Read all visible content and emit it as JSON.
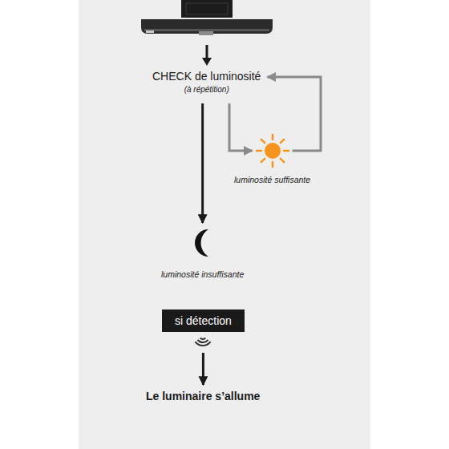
{
  "diagram": {
    "nodes": [
      {
        "text": [
          "CHECK de luminosité",
          "(à répétition)"
        ]
      },
      {
        "text": [
          "luminosité suffisante"
        ]
      },
      {
        "text": [
          "luminosité insuffisante"
        ]
      },
      {
        "text": [
          "si détection"
        ]
      },
      {
        "text": [
          "Le luminaire s’allume"
        ]
      }
    ],
    "edges": [
      {
        "from": 0,
        "to": 1,
        "arrow": "to"
      },
      {
        "from": 1,
        "to": 0,
        "arrow": "to"
      },
      {
        "from": 0,
        "to": 2,
        "arrow": "to"
      },
      {
        "from": 3,
        "to": 4,
        "arrow": "to"
      }
    ]
  }
}
